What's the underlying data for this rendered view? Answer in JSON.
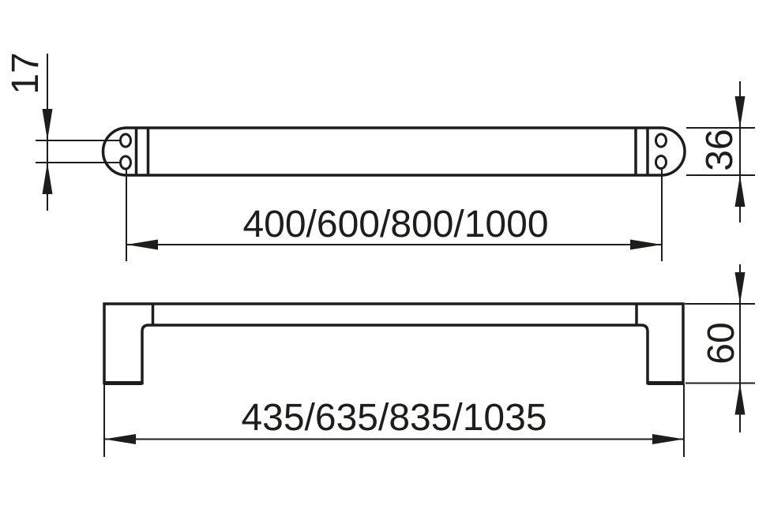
{
  "drawing": {
    "background_color": "#ffffff",
    "line_color": "#1d1d1b"
  },
  "dimensions": {
    "hole_pitch": {
      "value": "17",
      "orientation": "vertical"
    },
    "bar_depth": {
      "value": "36",
      "orientation": "vertical"
    },
    "mounting_centers": {
      "value": "400/600/800/1000",
      "orientation": "horizontal"
    },
    "overall_length": {
      "value": "435/635/835/1035",
      "orientation": "horizontal"
    },
    "overall_height": {
      "value": "60",
      "orientation": "vertical"
    }
  }
}
